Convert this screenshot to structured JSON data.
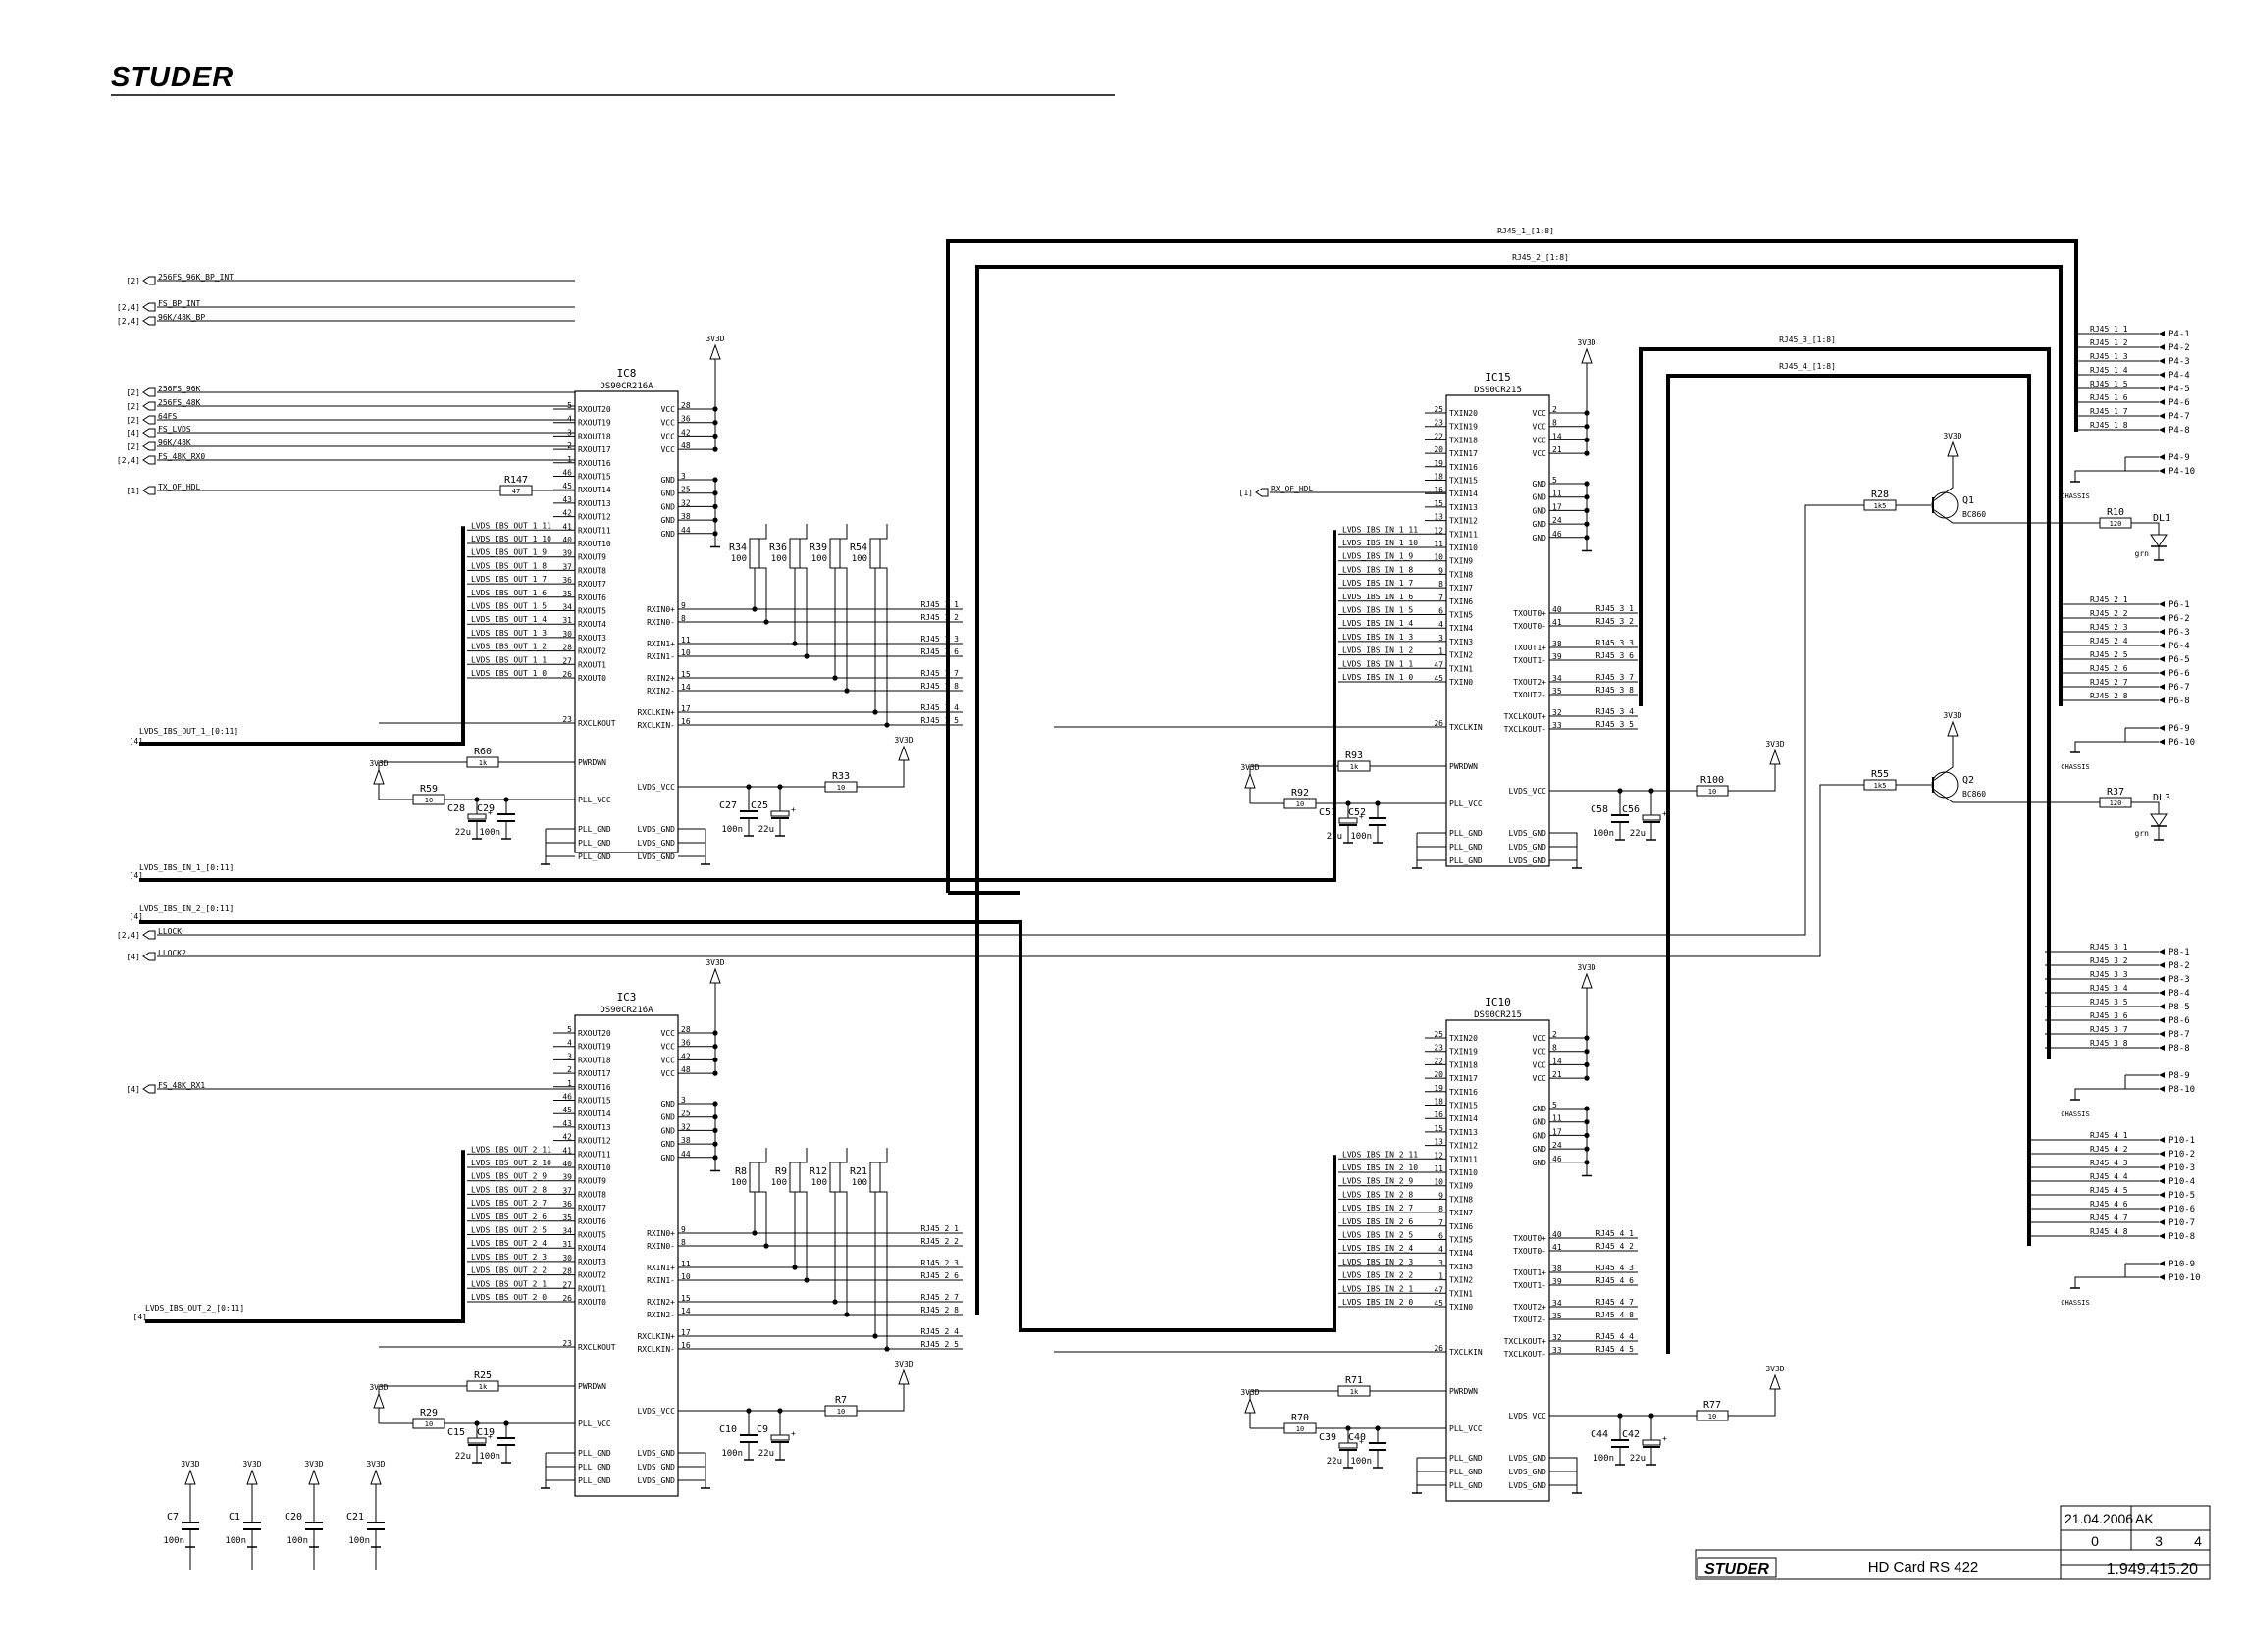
{
  "header": {
    "logo": "STUDER"
  },
  "nets_bus": {
    "rj45_1": "RJ45_1_[1:8]",
    "rj45_2": "RJ45_2_[1:8]",
    "rj45_3": "RJ45_3_[1:8]",
    "rj45_4": "RJ45_4_[1:8]"
  },
  "inputs": [
    {
      "ref": "[2]",
      "name": "256FS_96K_BP_INT"
    },
    {
      "ref": "[2,4]",
      "name": "FS_BP_INT"
    },
    {
      "ref": "[2,4]",
      "name": "96K/48K_BP"
    },
    {
      "ref": "[2]",
      "name": "256FS_96K"
    },
    {
      "ref": "[2]",
      "name": "256FS_48K"
    },
    {
      "ref": "[2]",
      "name": "64FS"
    },
    {
      "ref": "[4]",
      "name": "FS_LVDS"
    },
    {
      "ref": "[2]",
      "name": "96K/48K"
    },
    {
      "ref": "[2,4]",
      "name": "FS_48K_RX0"
    },
    {
      "ref": "[1]",
      "name": "TX_OF_HDL"
    },
    {
      "ref": "[4]",
      "name": "LVDS_IBS_OUT_1_[0:11]"
    },
    {
      "ref": "[4]",
      "name": "LVDS_IBS_IN_1_[0:11]"
    },
    {
      "ref": "[4]",
      "name": "LVDS_IBS_IN_2_[0:11]"
    },
    {
      "ref": "[2,4]",
      "name": "LLOCK"
    },
    {
      "ref": "[4]",
      "name": "LLOCK2"
    },
    {
      "ref": "[4]",
      "name": "FS_48K_RX1"
    },
    {
      "ref": "[4]",
      "name": "LVDS_IBS_OUT_2_[0:11]"
    },
    {
      "ref": "[1]",
      "name": "RX_OF_HDL"
    }
  ],
  "supply": "3V3D",
  "ics": {
    "rx_pins_left": [
      "RXOUT20",
      "RXOUT19",
      "RXOUT18",
      "RXOUT17",
      "RXOUT16",
      "RXOUT15",
      "RXOUT14",
      "RXOUT13",
      "RXOUT12",
      "RXOUT11",
      "RXOUT10",
      "RXOUT9",
      "RXOUT8",
      "RXOUT7",
      "RXOUT6",
      "RXOUT5",
      "RXOUT4",
      "RXOUT3",
      "RXOUT2",
      "RXOUT1",
      "RXOUT0"
    ],
    "tx_pins_left": [
      "TXIN20",
      "TXIN19",
      "TXIN18",
      "TXIN17",
      "TXIN16",
      "TXIN15",
      "TXIN14",
      "TXIN13",
      "TXIN12",
      "TXIN11",
      "TXIN10",
      "TXIN9",
      "TXIN8",
      "TXIN7",
      "TXIN6",
      "TXIN5",
      "TXIN4",
      "TXIN3",
      "TXIN2",
      "TXIN1",
      "TXIN0"
    ],
    "rx_pins_left_no": [
      "5",
      "4",
      "3",
      "2",
      "1",
      "46",
      "45",
      "43",
      "42",
      "41",
      "40",
      "39",
      "37",
      "36",
      "35",
      "34",
      "31",
      "30",
      "28",
      "27",
      "26"
    ],
    "tx_pins_left_no": [
      "25",
      "23",
      "22",
      "20",
      "19",
      "18",
      "16",
      "15",
      "13",
      "12",
      "11",
      "10",
      "9",
      "8",
      "7",
      "6",
      "4",
      "3",
      "1",
      "47",
      "45"
    ],
    "vcc_pins_rx": [
      "28",
      "36",
      "42",
      "48"
    ],
    "gnd_pins_rx": [
      "3",
      "25",
      "32",
      "38",
      "44"
    ],
    "vcc_pins_tx": [
      "2",
      "8",
      "14",
      "21"
    ],
    "gnd_pins_tx": [
      "5",
      "11",
      "17",
      "24",
      "46"
    ],
    "rx_right": [
      {
        "name": "RXIN0+",
        "no": "9"
      },
      {
        "name": "RXIN0-",
        "no": "8"
      },
      {
        "name": "RXIN1+",
        "no": "11"
      },
      {
        "name": "RXIN1-",
        "no": "10"
      },
      {
        "name": "RXIN2+",
        "no": "15"
      },
      {
        "name": "RXIN2-",
        "no": "14"
      },
      {
        "name": "RXCLKIN+",
        "no": "17"
      },
      {
        "name": "RXCLKIN-",
        "no": "16"
      }
    ],
    "tx_right": [
      {
        "name": "TXOUT0+",
        "no": "40"
      },
      {
        "name": "TXOUT0-",
        "no": "41"
      },
      {
        "name": "TXOUT1+",
        "no": "38"
      },
      {
        "name": "TXOUT1-",
        "no": "39"
      },
      {
        "name": "TXOUT2+",
        "no": "34"
      },
      {
        "name": "TXOUT2-",
        "no": "35"
      },
      {
        "name": "TXCLKOUT+",
        "no": "32"
      },
      {
        "name": "TXCLKOUT-",
        "no": "33"
      }
    ],
    "list": [
      {
        "ref": "IC8",
        "part": "DS90CR216A",
        "kind": "rx",
        "bus_prefix": "LVDS_IBS_OUT_1_",
        "rj": "RJ45_1_",
        "rj_order": [
          "1",
          "2",
          "3",
          "6",
          "7",
          "8",
          "4",
          "5"
        ],
        "res": [
          "R34",
          "R36",
          "R39",
          "R54"
        ],
        "res_val": "100",
        "pwr": {
          "r_pwrdwn": "R60",
          "r_pwrdwn_v": "1k",
          "r_pll": "R59",
          "r_pll_v": "10",
          "r_lvds": "R33",
          "r_lvds_v": "10",
          "c_a": "C28",
          "c_a_v": "22u",
          "c_b": "C29",
          "c_b_v": "100n",
          "c_c": "C27",
          "c_c_v": "100n",
          "c_d": "C25",
          "c_d_v": "22u"
        }
      },
      {
        "ref": "IC3",
        "part": "DS90CR216A",
        "kind": "rx",
        "bus_prefix": "LVDS_IBS_OUT_2_",
        "rj": "RJ45_2_",
        "rj_order": [
          "1",
          "2",
          "3",
          "6",
          "7",
          "8",
          "4",
          "5"
        ],
        "res": [
          "R8",
          "R9",
          "R12",
          "R21"
        ],
        "res_val": "100",
        "pwr": {
          "r_pwrdwn": "R25",
          "r_pwrdwn_v": "1k",
          "r_pll": "R29",
          "r_pll_v": "10",
          "r_lvds": "R7",
          "r_lvds_v": "10",
          "c_a": "C15",
          "c_a_v": "22u",
          "c_b": "C19",
          "c_b_v": "100n",
          "c_c": "C10",
          "c_c_v": "100n",
          "c_d": "C9",
          "c_d_v": "22u"
        }
      },
      {
        "ref": "IC15",
        "part": "DS90CR215",
        "kind": "tx",
        "bus_prefix": "LVDS_IBS_IN_1_",
        "rj": "RJ45_3_",
        "rj_order": [
          "1",
          "2",
          "3",
          "6",
          "7",
          "8",
          "4",
          "5"
        ],
        "pwr": {
          "r_pwrdwn": "R93",
          "r_pwrdwn_v": "1k",
          "r_pll": "R92",
          "r_pll_v": "10",
          "r_lvds": "R100",
          "r_lvds_v": "10",
          "c_a": "C51",
          "c_a_v": "22u",
          "c_b": "C52",
          "c_b_v": "100n",
          "c_c": "C58",
          "c_c_v": "100n",
          "c_d": "C56",
          "c_d_v": "22u"
        }
      },
      {
        "ref": "IC10",
        "part": "DS90CR215",
        "kind": "tx",
        "bus_prefix": "LVDS_IBS_IN_2_",
        "rj": "RJ45_4_",
        "rj_order": [
          "1",
          "2",
          "3",
          "6",
          "7",
          "8",
          "4",
          "5"
        ],
        "pwr": {
          "r_pwrdwn": "R71",
          "r_pwrdwn_v": "1k",
          "r_pll": "R70",
          "r_pll_v": "10",
          "r_lvds": "R77",
          "r_lvds_v": "10",
          "c_a": "C39",
          "c_a_v": "22u",
          "c_b": "C40",
          "c_b_v": "100n",
          "c_c": "C44",
          "c_c_v": "100n",
          "c_d": "C42",
          "c_d_v": "22u"
        }
      }
    ],
    "pin_labels": {
      "pwrdwn": "PWRDWN",
      "pll_vcc": "PLL_VCC",
      "pll_gnd": "PLL_GND",
      "lvds_vcc": "LVDS_VCC",
      "lvds_gnd": "LVDS_GND",
      "vcc": "VCC",
      "gnd": "GND",
      "rxclkout": "RXCLKOUT",
      "txclkin": "TXCLKIN"
    }
  },
  "misc_res": {
    "r147": "R147",
    "r147_v": "47"
  },
  "connectors": [
    {
      "name": "P4",
      "rj": "RJ45_1_",
      "chassis": false,
      "extra": [
        "P4-9",
        "P4-10"
      ]
    },
    {
      "name": "P6",
      "rj": "RJ45_2_",
      "chassis": true,
      "extra": [
        "P6-9",
        "P6-10"
      ]
    },
    {
      "name": "P8",
      "rj": "RJ45_3_",
      "chassis": true,
      "extra": [
        "P8-9",
        "P8-10"
      ]
    },
    {
      "name": "P10",
      "rj": "RJ45_4_",
      "chassis": true,
      "extra": [
        "P10-9",
        "P10-10"
      ]
    }
  ],
  "chassis": "CHASSIS",
  "leds": [
    {
      "r": "R28",
      "r_v": "1k5",
      "q": "Q1",
      "q_v": "BC860",
      "rl": "R10",
      "rl_v": "120",
      "d": "DL1",
      "d_v": "grn"
    },
    {
      "r": "R55",
      "r_v": "1k5",
      "q": "Q2",
      "q_v": "BC860",
      "rl": "R37",
      "rl_v": "120",
      "d": "DL3",
      "d_v": "grn"
    }
  ],
  "decoupling": [
    {
      "ref": "C7",
      "val": "100n"
    },
    {
      "ref": "C1",
      "val": "100n"
    },
    {
      "ref": "C20",
      "val": "100n"
    },
    {
      "ref": "C21",
      "val": "100n"
    }
  ],
  "title_block": {
    "date": "21.04.2006",
    "author": "AK",
    "index": "0",
    "sheet": "3",
    "of": "4",
    "title": "HD Card RS 422",
    "number": "1.949.415.20",
    "logo": "STUDER"
  }
}
